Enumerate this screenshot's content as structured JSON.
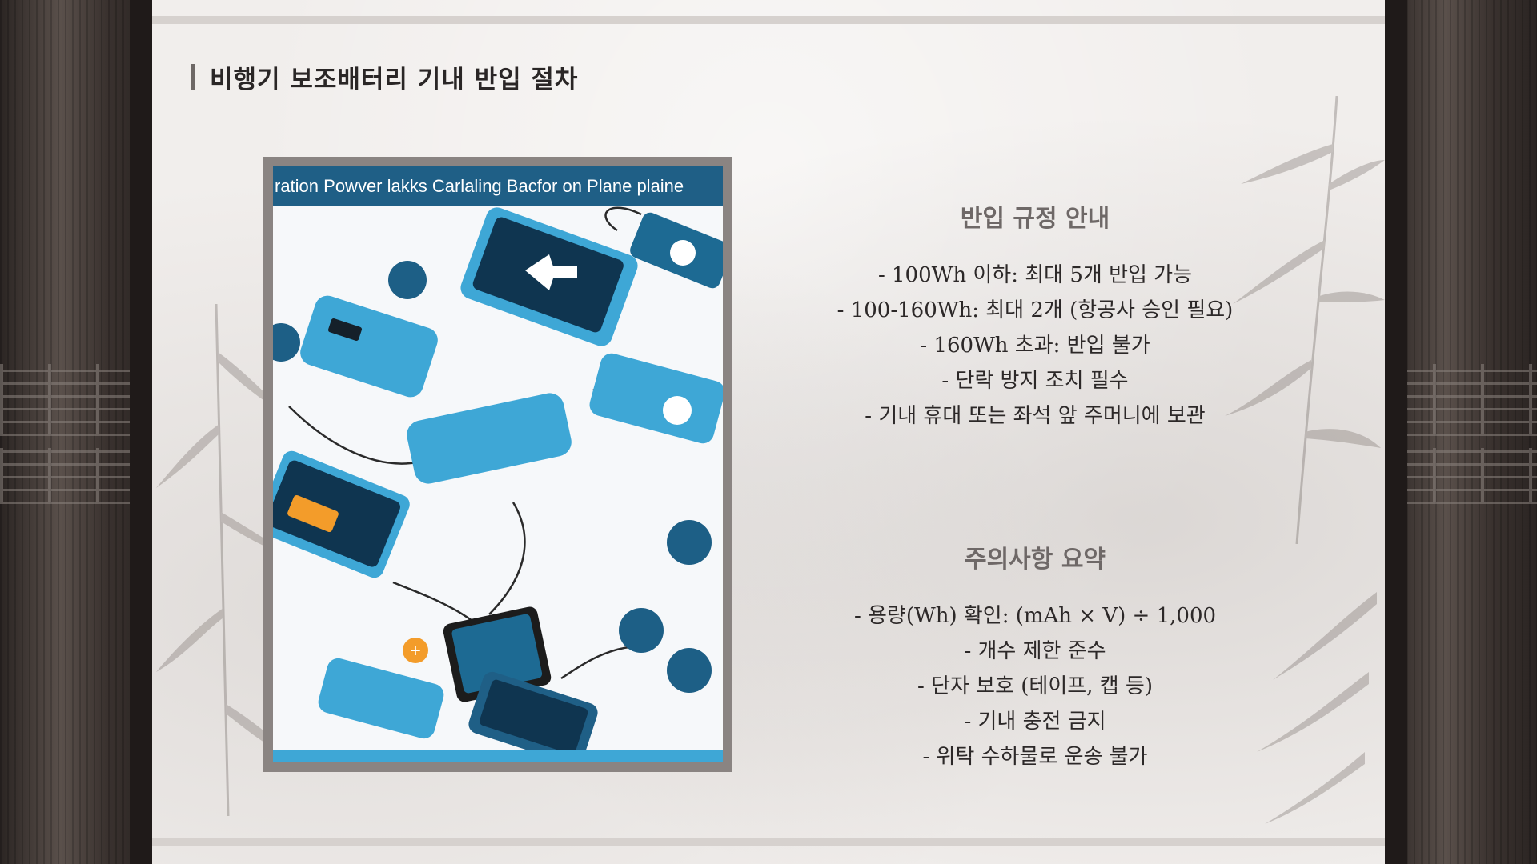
{
  "page": {
    "title": "비행기 보조배터리 기내 반입 절차"
  },
  "infographic": {
    "header_text": "ration Powver lakks Carlaling Bacfor on Plane plaine",
    "colors": {
      "header": "#1f5f86",
      "device": "#3ea7d6",
      "accent": "#f39c2a"
    }
  },
  "regulations": {
    "title": "반입 규정 안내",
    "items": [
      "- 100Wh 이하: 최대 5개 반입 가능",
      "- 100-160Wh: 최대 2개 (항공사 승인 필요)",
      "- 160Wh 초과: 반입 불가",
      "- 단락 방지 조치 필수",
      "- 기내 휴대 또는 좌석 앞 주머니에 보관"
    ]
  },
  "precautions": {
    "title": "주의사항 요약",
    "items": [
      "- 용량(Wh) 확인: (mAh × V) ÷ 1,000",
      "- 개수 제한 준수",
      "- 단자 보호 (테이프, 캡 등)",
      "- 기내 충전 금지",
      "- 위탁 수하물로 운송 불가"
    ]
  }
}
